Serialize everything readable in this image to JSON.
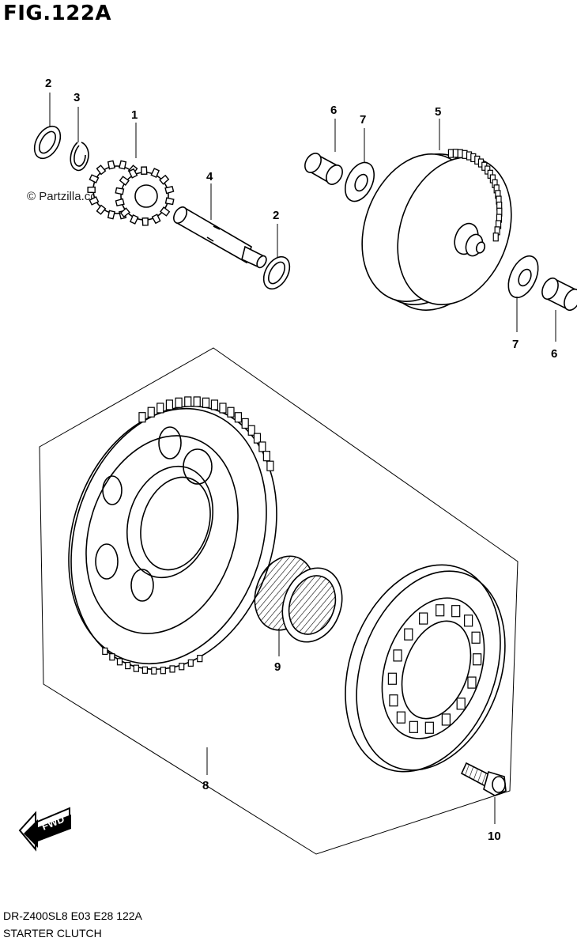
{
  "figure": {
    "title": "FIG.122A",
    "watermark": "© Partzilla.com",
    "model_code": "DR-Z400SL8 E03 E28 122A",
    "section_name": "STARTER CLUTCH",
    "fwd_label": "FWD"
  },
  "callouts": [
    {
      "id": "c1",
      "text": "1",
      "part": "starter idle gear"
    },
    {
      "id": "c2a",
      "text": "2",
      "part": "washer"
    },
    {
      "id": "c3",
      "text": "3",
      "part": "circlip"
    },
    {
      "id": "c4",
      "text": "4",
      "part": "idle gear shaft"
    },
    {
      "id": "c2b",
      "text": "2",
      "part": "washer"
    },
    {
      "id": "c6a",
      "text": "6",
      "part": "bushing"
    },
    {
      "id": "c7a",
      "text": "7",
      "part": "washer"
    },
    {
      "id": "c5",
      "text": "5",
      "part": "starter driven gear"
    },
    {
      "id": "c7b",
      "text": "7",
      "part": "washer"
    },
    {
      "id": "c6b",
      "text": "6",
      "part": "bushing"
    },
    {
      "id": "c8",
      "text": "8",
      "part": "starter clutch assembly"
    },
    {
      "id": "c9",
      "text": "9",
      "part": "needle bearing"
    },
    {
      "id": "c10",
      "text": "10",
      "part": "bolt"
    }
  ],
  "colors": {
    "line": "#000000",
    "background": "#ffffff"
  }
}
